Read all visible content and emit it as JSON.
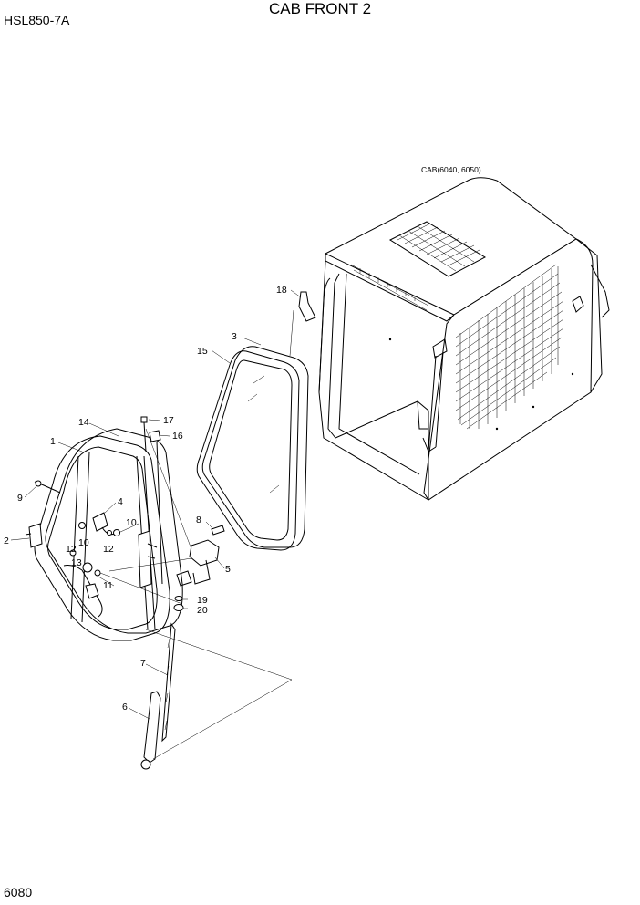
{
  "header": {
    "model": "HSL850-7A",
    "title": "CAB FRONT 2"
  },
  "footer": {
    "page_number": "6080"
  },
  "diagram": {
    "assembly_caption": "CAB(6040, 6050)",
    "callouts": [
      "1",
      "2",
      "3",
      "4",
      "5",
      "6",
      "7",
      "8",
      "9",
      "10",
      "10",
      "11",
      "12",
      "12",
      "13",
      "14",
      "15",
      "16",
      "17",
      "18",
      "19",
      "20"
    ]
  }
}
